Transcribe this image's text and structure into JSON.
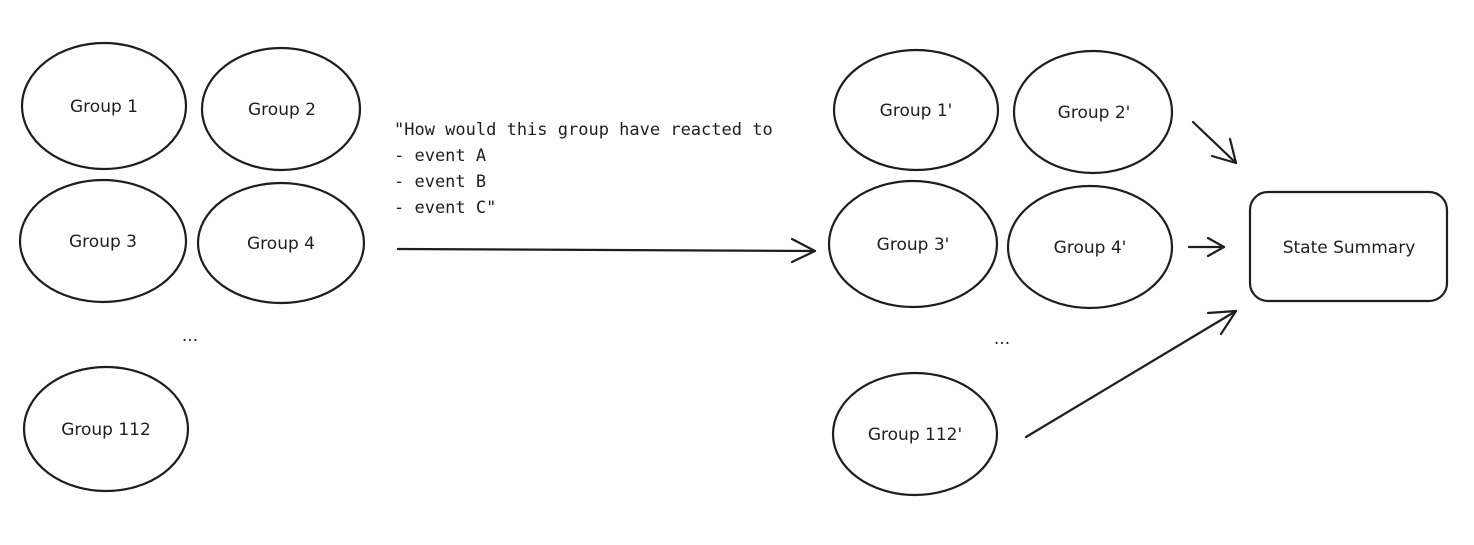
{
  "diagram": {
    "left_groups": [
      "Group 1",
      "Group 2",
      "Group 3",
      "Group 4",
      "Group 112"
    ],
    "left_ellipsis": "...",
    "right_groups": [
      "Group 1'",
      "Group 2'",
      "Group 3'",
      "Group 4'",
      "Group 112'"
    ],
    "right_ellipsis": "...",
    "prompt_lines": [
      "\"How would this group have reacted to",
      "- event A",
      "- event B",
      "- event C\""
    ],
    "summary_label": "State Summary"
  },
  "colors": {
    "stroke": "#1e1e1e",
    "background": "#ffffff"
  }
}
